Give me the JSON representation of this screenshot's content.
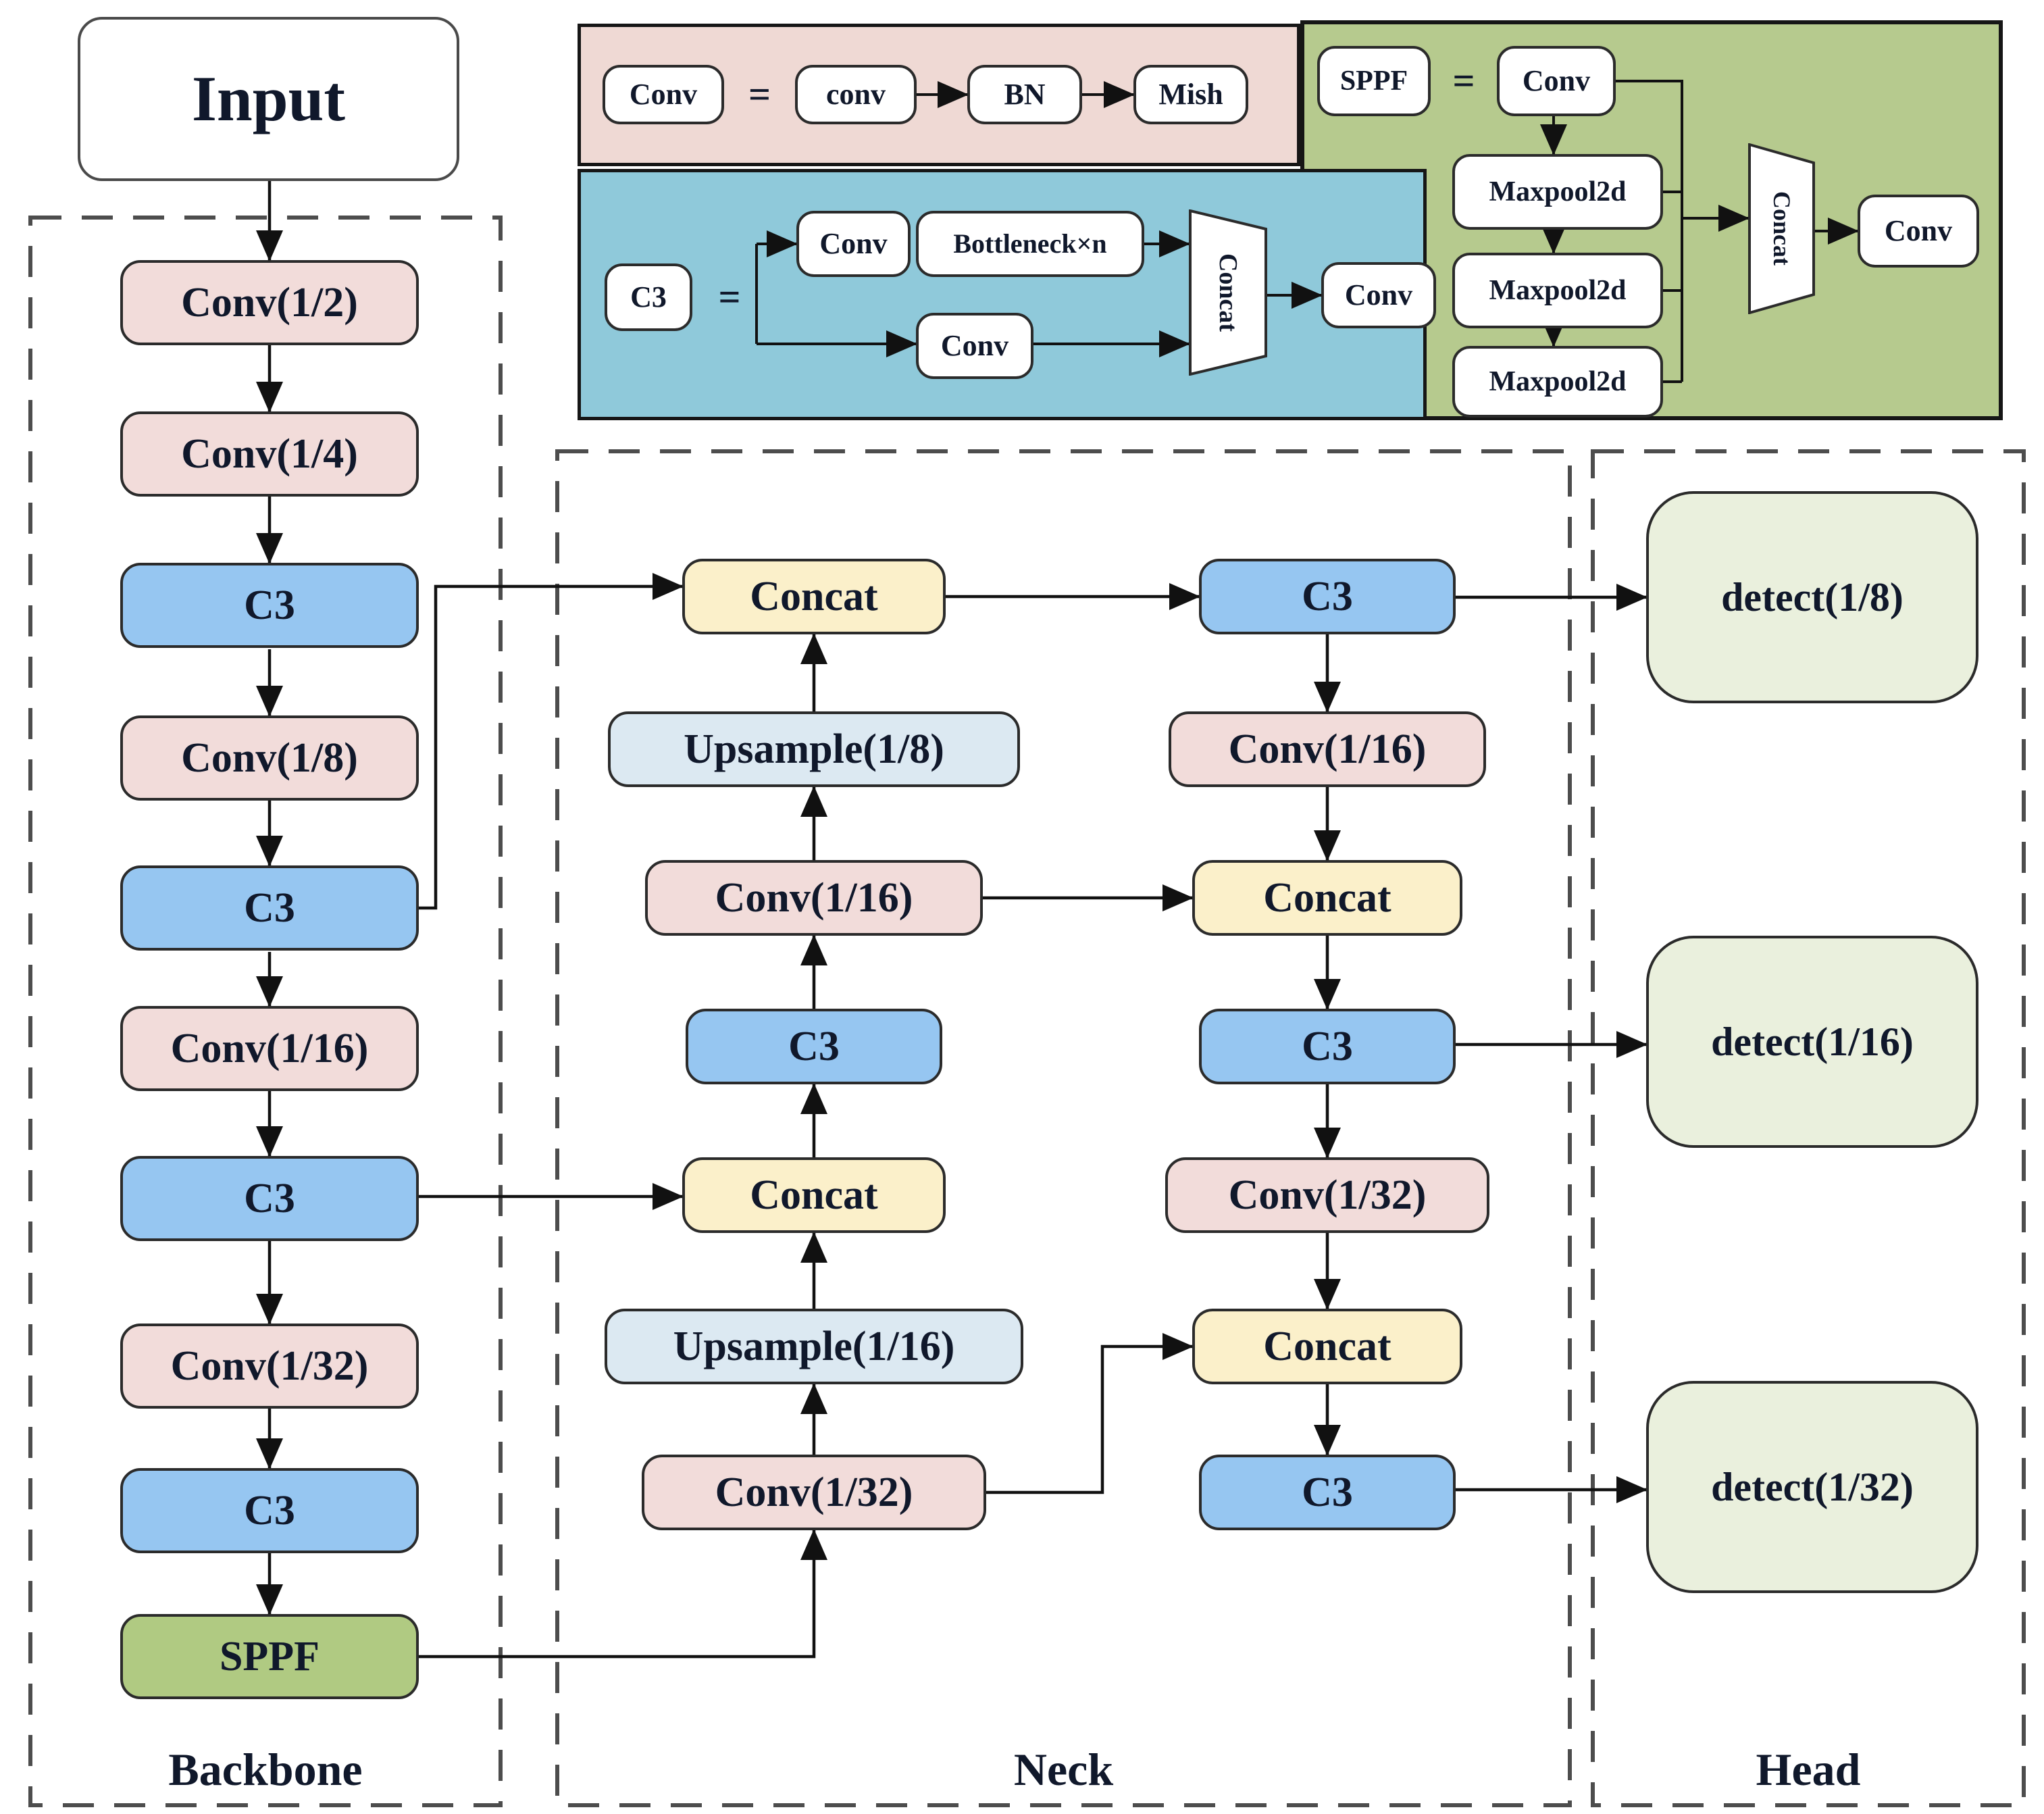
{
  "colors": {
    "conv": "#f2dcda",
    "c3": "#96c6f1",
    "concat": "#fbf0ca",
    "upsample": "#dce9f2",
    "sppf": "#b0ca82",
    "detect": "#eaf0dd",
    "legend_conv": "#efd9d4",
    "legend_c3": "#8fc9da",
    "legend_sppf": "#b6ca8e",
    "white": "#ffffff",
    "node_text": "#10182b"
  },
  "input": {
    "label": "Input"
  },
  "backbone": {
    "label": "Backbone",
    "nodes": [
      {
        "label": "Conv(1/2)",
        "type": "conv"
      },
      {
        "label": "Conv(1/4)",
        "type": "conv"
      },
      {
        "label": "C3",
        "type": "c3"
      },
      {
        "label": "Conv(1/8)",
        "type": "conv"
      },
      {
        "label": "C3",
        "type": "c3"
      },
      {
        "label": "Conv(1/16)",
        "type": "conv"
      },
      {
        "label": "C3",
        "type": "c3"
      },
      {
        "label": "Conv(1/32)",
        "type": "conv"
      },
      {
        "label": "C3",
        "type": "c3"
      },
      {
        "label": "SPPF",
        "type": "sppf"
      }
    ]
  },
  "neck": {
    "label": "Neck",
    "left_column": [
      {
        "label": "Concat",
        "type": "concat"
      },
      {
        "label": "Upsample(1/8)",
        "type": "upsample"
      },
      {
        "label": "Conv(1/16)",
        "type": "conv"
      },
      {
        "label": "C3",
        "type": "c3"
      },
      {
        "label": "Concat",
        "type": "concat"
      },
      {
        "label": "Upsample(1/16)",
        "type": "upsample"
      },
      {
        "label": "Conv(1/32)",
        "type": "conv"
      }
    ],
    "right_column": [
      {
        "label": "C3",
        "type": "c3"
      },
      {
        "label": "Conv(1/16)",
        "type": "conv"
      },
      {
        "label": "Concat",
        "type": "concat"
      },
      {
        "label": "C3",
        "type": "c3"
      },
      {
        "label": "Conv(1/32)",
        "type": "conv"
      },
      {
        "label": "Concat",
        "type": "concat"
      },
      {
        "label": "C3",
        "type": "c3"
      }
    ]
  },
  "head": {
    "label": "Head",
    "nodes": [
      {
        "label": "detect(1/8)",
        "type": "detect"
      },
      {
        "label": "detect(1/16)",
        "type": "detect"
      },
      {
        "label": "detect(1/32)",
        "type": "detect"
      }
    ]
  },
  "legend": {
    "conv": {
      "symbol": "Conv",
      "equals": "=",
      "steps": [
        "conv",
        "BN",
        "Mish"
      ]
    },
    "c3": {
      "symbol": "C3",
      "equals": "=",
      "branch_top": [
        "Conv",
        "Bottleneck×n"
      ],
      "branch_bottom": [
        "Conv"
      ],
      "merge": "Concat",
      "output": "Conv"
    },
    "sppf": {
      "symbol": "SPPF",
      "equals": "=",
      "entry": "Conv",
      "pools": [
        "Maxpool2d",
        "Maxpool2d",
        "Maxpool2d"
      ],
      "merge": "Concat",
      "output": "Conv"
    }
  }
}
